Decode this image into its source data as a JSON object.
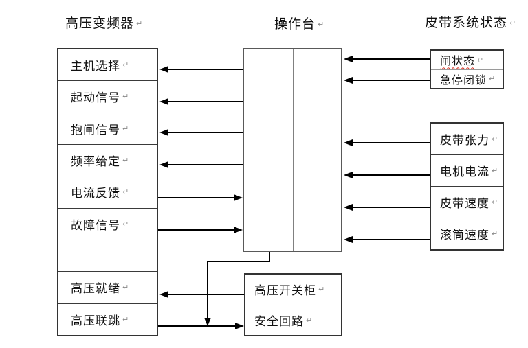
{
  "titles": {
    "left": "高压变频器",
    "center": "操作台",
    "right": "皮带系统状态"
  },
  "ui": {
    "pilcrow": "↵"
  },
  "colors": {
    "background": "#ffffff",
    "box_border": "#333333",
    "console_border": "#595959",
    "console_divider": "#808080",
    "row_divider_light": "#9a9a9a",
    "arrow": "#000000",
    "spellcheck_underline": "#d92b1c",
    "text": "#111111"
  },
  "left_panel": {
    "rows": [
      {
        "label": "主机选择"
      },
      {
        "label": "起动信号"
      },
      {
        "label": "抱闸信号"
      },
      {
        "label": "频率给定"
      },
      {
        "label": "电流反馈"
      },
      {
        "label": "故障信号"
      },
      {
        "label": ""
      },
      {
        "label": "高压就绪"
      },
      {
        "label": "高压联跳"
      }
    ]
  },
  "right_top_panel": {
    "rows": [
      {
        "label": "闸状态",
        "spellcheck_flagged": true
      },
      {
        "label": "急停闭锁"
      }
    ]
  },
  "right_bottom_panel": {
    "rows": [
      {
        "label": "皮带张力"
      },
      {
        "label": "电机电流"
      },
      {
        "label": "皮带速度"
      },
      {
        "label": "滚筒速度"
      }
    ]
  },
  "bottom_panel": {
    "rows": [
      {
        "label": "高压开关柜"
      },
      {
        "label": "安全回路"
      }
    ]
  },
  "connections": [
    {
      "from": "操作台",
      "to": "主机选择",
      "arrow": "left"
    },
    {
      "from": "操作台",
      "to": "起动信号",
      "arrow": "left"
    },
    {
      "from": "操作台",
      "to": "抱闸信号",
      "arrow": "left"
    },
    {
      "from": "操作台",
      "to": "频率给定",
      "arrow": "left"
    },
    {
      "from": "电流反馈",
      "to": "操作台",
      "arrow": "right"
    },
    {
      "from": "故障信号",
      "to": "操作台",
      "arrow": "right"
    },
    {
      "from": "高压开关柜",
      "to": "高压就绪",
      "arrow": "left"
    },
    {
      "from": "高压联跳",
      "to": "安全回路",
      "arrow": "right"
    },
    {
      "from": "操作台",
      "to": "高压联跳-安全回路线",
      "arrow": "down"
    },
    {
      "from": "闸状态",
      "to": "操作台",
      "arrow": "left"
    },
    {
      "from": "急停闭锁",
      "to": "操作台",
      "arrow": "left"
    },
    {
      "from": "皮带张力",
      "to": "操作台",
      "arrow": "left"
    },
    {
      "from": "电机电流",
      "to": "操作台",
      "arrow": "left"
    },
    {
      "from": "皮带速度",
      "to": "操作台",
      "arrow": "left"
    },
    {
      "from": "滚筒速度",
      "to": "操作台",
      "arrow": "left"
    }
  ]
}
